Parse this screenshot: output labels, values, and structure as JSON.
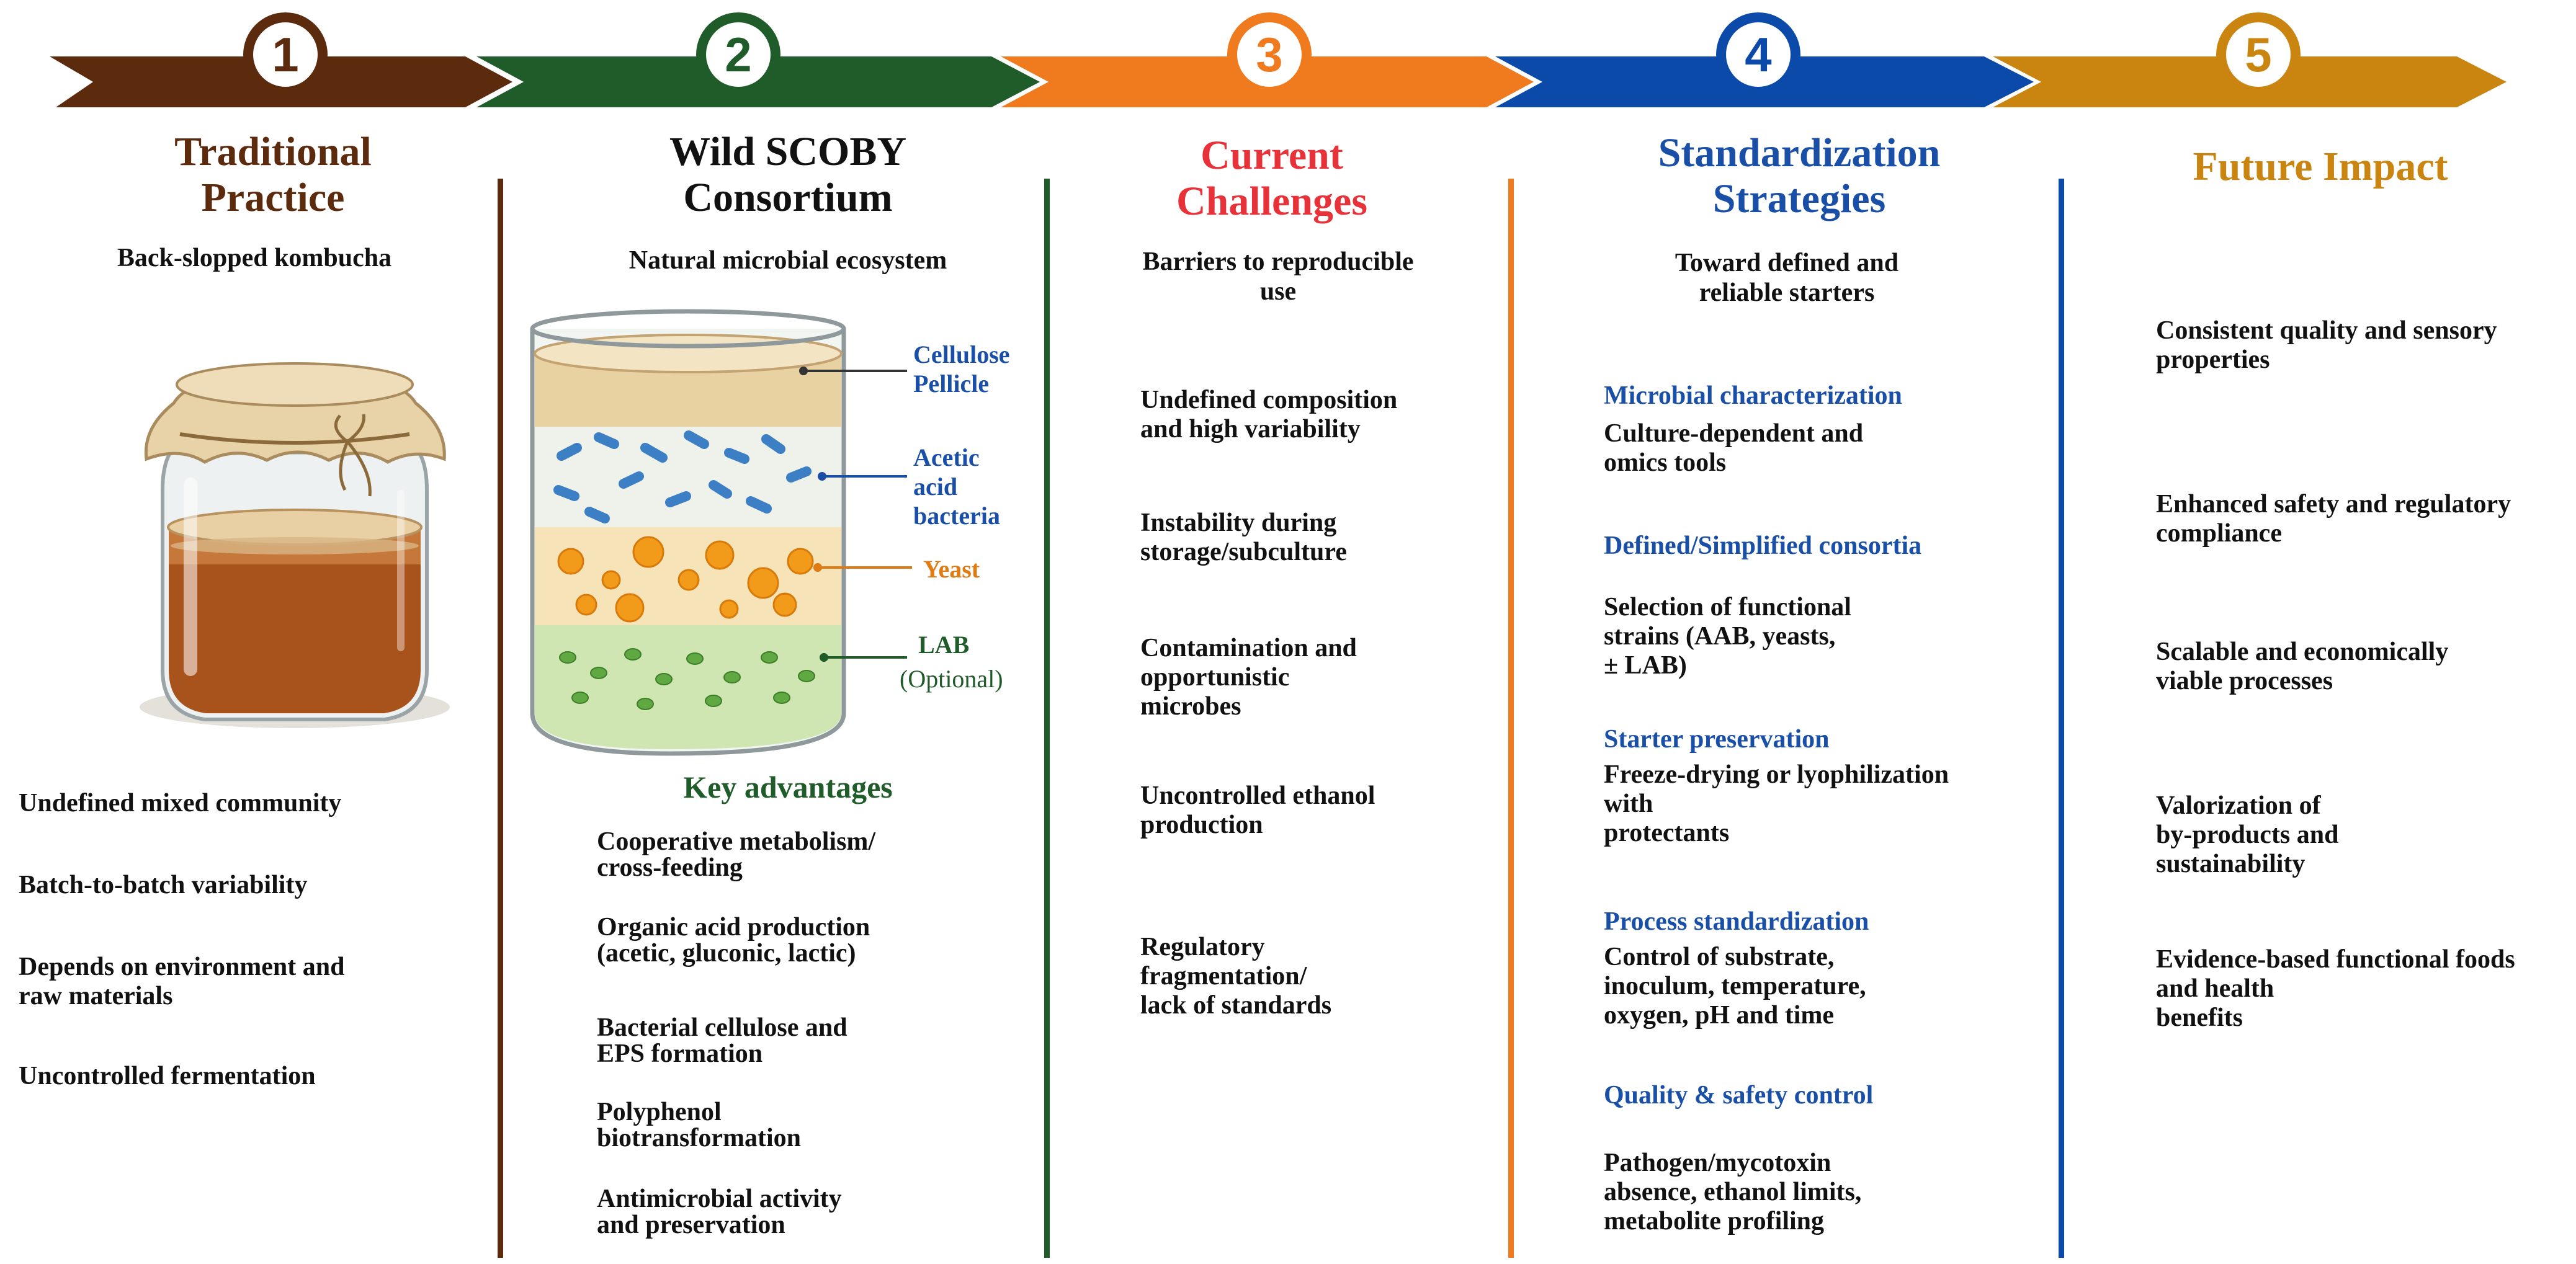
{
  "colors": {
    "brown": "#5c2a0c",
    "green": "#1f5c2a",
    "orange": "#f07a1e",
    "blue": "#0b4aa8",
    "gold": "#c98510",
    "red": "#e8323a",
    "text_blue": "#1a4fa8"
  },
  "steps": [
    {
      "number": "1",
      "title": "Traditional\nPractice",
      "subtitle": "Back-slopped kombucha"
    },
    {
      "number": "2",
      "title": "Wild SCOBY\nConsortium",
      "subtitle": "Natural microbial ecosystem"
    },
    {
      "number": "3",
      "title": "Current\nChallenges",
      "subtitle": "Barriers to reproducible\nuse"
    },
    {
      "number": "4",
      "title": "Standardization\nStrategies",
      "subtitle": "Toward defined and\nreliable starters"
    },
    {
      "number": "5",
      "title": "Future Impact",
      "subtitle": ""
    }
  ],
  "col1": {
    "items": [
      "Undefined mixed community",
      "Batch-to-batch variability",
      "Depends on environment and\nraw materials",
      "Uncontrolled fermentation"
    ]
  },
  "col2": {
    "labels": {
      "cellulose": "Cellulose\nPellicle",
      "aab": "Acetic\nacid\nbacteria",
      "yeast": "Yeast",
      "lab": "LAB",
      "lab_note": "(Optional)"
    },
    "advantages_title": "Key advantages",
    "advantages": [
      "Cooperative metabolism/\ncross-feeding",
      "Organic acid production\n(acetic, gluconic, lactic)",
      "Bacterial cellulose and\nEPS formation",
      "Polyphenol\nbiotransformation",
      "Antimicrobial activity\nand preservation"
    ]
  },
  "col3": {
    "items": [
      "Undefined composition\nand high variability",
      "Instability during\nstorage/subculture",
      "Contamination and\nopportunistic\nmicrobes",
      "Uncontrolled ethanol\nproduction",
      "Regulatory\nfragmentation/\nlack of standards"
    ]
  },
  "col4": {
    "sections": [
      {
        "heading": "Microbial characterization",
        "body": "Culture-dependent and\nomics tools"
      },
      {
        "heading": "Defined/Simplified consortia",
        "body": "Selection of functional\nstrains (AAB, yeasts,\n± LAB)"
      },
      {
        "heading": "Starter preservation",
        "body": "Freeze-drying or lyophilization\nwith\nprotectants"
      },
      {
        "heading": "Process standardization",
        "body": "Control of substrate,\ninoculum, temperature,\noxygen, pH and time"
      },
      {
        "heading": "Quality & safety control",
        "body": "Pathogen/mycotoxin\nabsence, ethanol limits,\nmetabolite profiling"
      }
    ]
  },
  "col5": {
    "items": [
      "Consistent quality and sensory\nproperties",
      "Enhanced safety and regulatory\ncompliance",
      "Scalable and economically\nviable processes",
      "Valorization of\nby-products and\nsustainability",
      "Evidence-based functional foods\nand health\nbenefits"
    ]
  }
}
